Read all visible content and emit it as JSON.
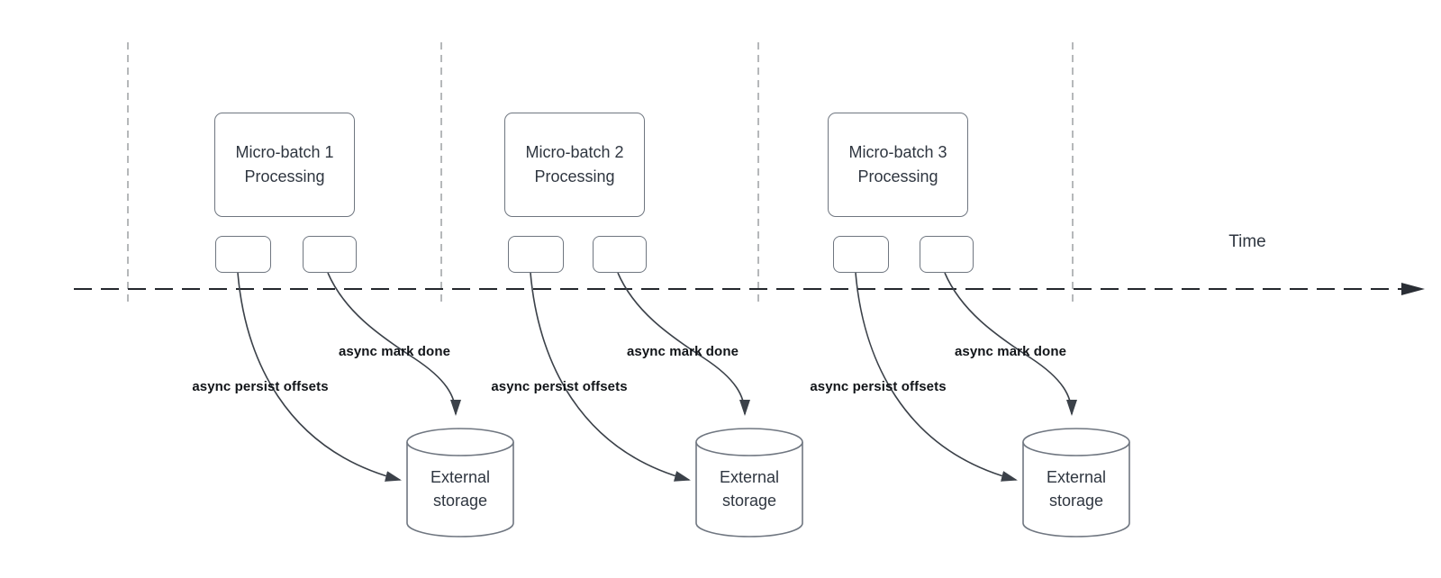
{
  "time_axis_label": "Time",
  "groups": [
    {
      "processing_line1": "Micro-batch 1",
      "processing_line2": "Processing",
      "persist_label": "async persist offsets",
      "done_label": "async mark done",
      "storage_line1": "External",
      "storage_line2": "storage"
    },
    {
      "processing_line1": "Micro-batch 2",
      "processing_line2": "Processing",
      "persist_label": "async persist offsets",
      "done_label": "async mark done",
      "storage_line1": "External",
      "storage_line2": "storage"
    },
    {
      "processing_line1": "Micro-batch 3",
      "processing_line2": "Processing",
      "persist_label": "async persist offsets",
      "done_label": "async mark done",
      "storage_line1": "External",
      "storage_line2": "storage"
    }
  ],
  "colors": {
    "arrow_line": "#3b4149",
    "timeline_line": "#24272c",
    "divider_line": "#a3a6a9",
    "shape_border": "#6f7680",
    "shape_text": "#2f3640",
    "annotation_text": "#111418"
  }
}
